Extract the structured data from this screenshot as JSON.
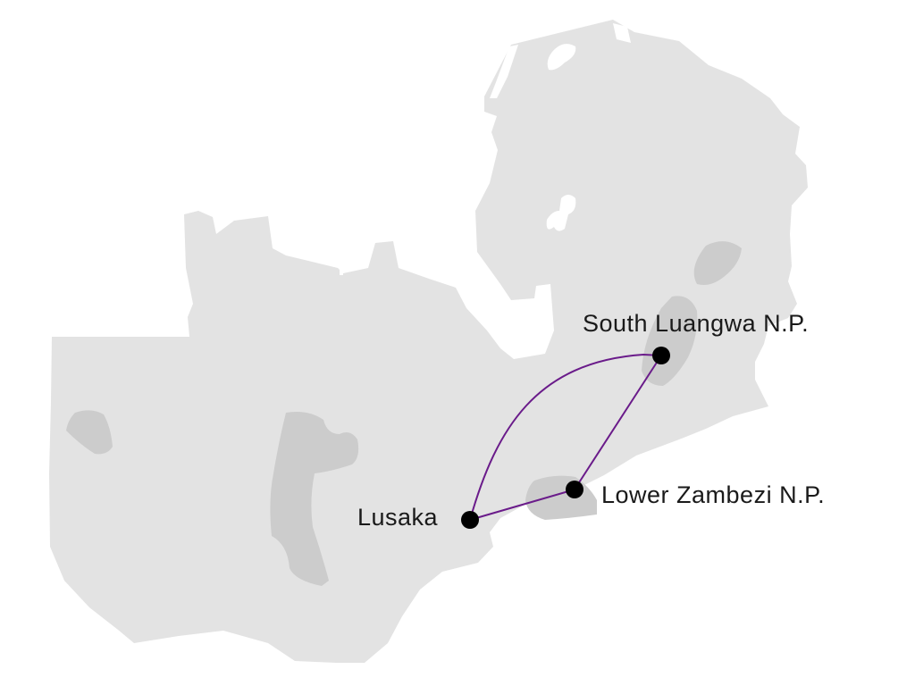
{
  "colors": {
    "land": "#e3e3e3",
    "park": "#cccccc",
    "water": "#ffffff",
    "route": "#6a1b8a",
    "marker": "#000000"
  },
  "places": {
    "south_luangwa": "South Luangwa N.P.",
    "lower_zambezi": "Lower Zambezi N.P.",
    "lusaka": "Lusaka"
  },
  "routes": [
    {
      "from": "Lusaka",
      "to": "South Luangwa N.P."
    },
    {
      "from": "Lusaka",
      "to": "Lower Zambezi N.P."
    },
    {
      "from": "Lower Zambezi N.P.",
      "to": "South Luangwa N.P."
    }
  ]
}
